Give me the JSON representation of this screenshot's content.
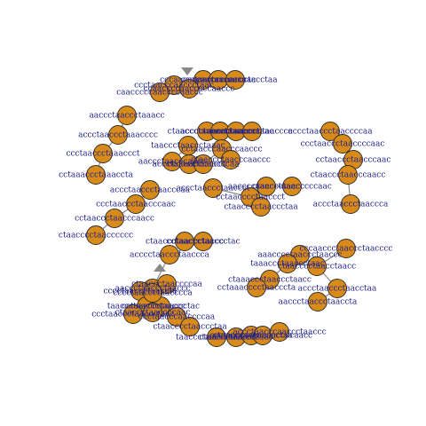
{
  "graph": {
    "node_color": "#d98b1a",
    "label_color": "#1f1f8a",
    "edge_color": "#888888",
    "labels": [
      "cccaaccccaaccccaacc",
      "ccctaaccccaacccta",
      "accctaaccccaaccctaa",
      "ccctaacccaaccctaac",
      "ccaaccccaacccccaaccc",
      "caacccccaaccccaaccc",
      "aaccctaaccctaaacc",
      "accctaaccctaaacccc",
      "ccctaaccctaaaccct",
      "cctaaaccctaaaccta",
      "ctaaccctaaccctaacc",
      "acccctaaccctaacccc",
      "ccaaccctaaccctaac",
      "caacccaaccctaacccc",
      "taaccctaaccctaaac",
      "aaccctaacccaacc",
      "accctaaccctaaccct",
      "ccctaacccaacccaa",
      "cctaacccaacccaaccc",
      "ctaaccctaacccaaccc",
      "accctaaccctaaccct",
      "cctaacccctaaccct",
      "ctaacccctaaccctaa",
      "aaccccaaccctaaccc",
      "ctaaccctaacccccaac",
      "accctaaccctaaccccaa",
      "ccctaaccctaaccccaac",
      "cctaaccctaacccaac",
      "ctaaccctaacccaacc",
      "accctaaccctaaccca",
      "accctaaccctaacccaa",
      "ccctaaccctaacccaac",
      "cctaaccctaacccaacc",
      "ctaacccctaacccccc",
      "ctaaccctaaccctaccc",
      "cctaaccctaaccctac",
      "acccctaaccctaaccca",
      "aaccctaaccctaaccc",
      "cccctaaccctaaccta",
      "taaccctaaccctaaccc",
      "cctaacccctaaccctac",
      "ccctaaccctaaccctaac",
      "ctaaccctaaccccaac",
      "ctaaccctaaccccaa",
      "aaacccctaaccctaaccc",
      "taaaccctaaccctaac",
      "ctaaaccctaaccctaacc",
      "cctaaacccctaacccta",
      "ctaacccctaacctaacc",
      "accctaaccctaacctaa",
      "aaccctaaccctaaccta",
      "cccaaccctaaccctaacccc",
      "taaccctaaccctaaccct",
      "ctaaccctaaccctaac",
      "ccctaacccctaaccctaa",
      "ctaacccaacccaaccccaacc",
      "accctaacccaaccctaaccc",
      "ccctaacccaaccccaa",
      "ctaacccctaaccctaa",
      "cccctaaccctaacccca"
    ]
  }
}
